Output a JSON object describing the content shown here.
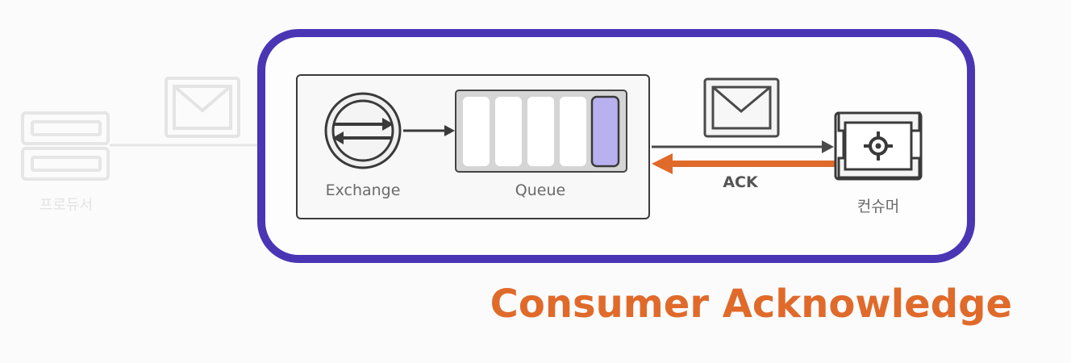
{
  "producer": {
    "label": "프로듀서"
  },
  "exchange": {
    "label": "Exchange"
  },
  "queue": {
    "label": "Queue",
    "slot_count": 5,
    "filled_slot_index": 4
  },
  "consumer": {
    "label": "컨슈머"
  },
  "ack": {
    "label": "ACK"
  },
  "caption": {
    "text": "Consumer Acknowledge"
  },
  "colors": {
    "frame": "#4a36b4",
    "ack_arrow": "#e06a2a",
    "caption": "#e06a2a",
    "queue_filled_slot": "#b9b0f0",
    "faded": "#e6e6e6",
    "dark": "#444444"
  },
  "icons": {
    "producer": "server-stack-icon",
    "message": "envelope-icon",
    "exchange": "exchange-arrows-icon",
    "consumer": "consumer-target-icon"
  }
}
